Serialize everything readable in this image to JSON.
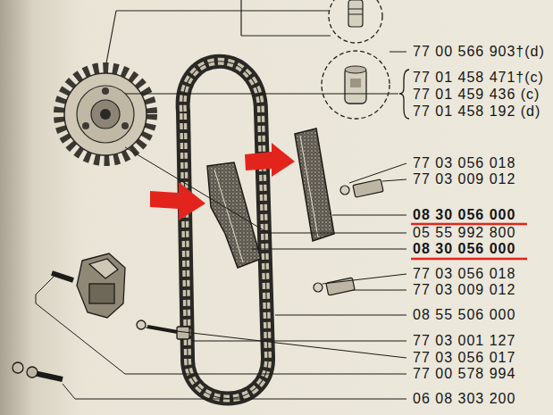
{
  "diagram": {
    "labels": [
      "77 00 566 903†(d)",
      "77 01 458 471†(c)",
      "77 01 459 436 (c)",
      "77 01 458 192 (d)",
      "77 03 056 018",
      "77 03 009 012",
      "08 30 056 000",
      "05 55 992 800",
      "08 30 056 000",
      "77 03 056 018",
      "77 03 009 012",
      "08 55 506 000",
      "77 03 001 127",
      "77 03 056 017",
      "77 00 578 994",
      "06 08 303 200"
    ]
  }
}
